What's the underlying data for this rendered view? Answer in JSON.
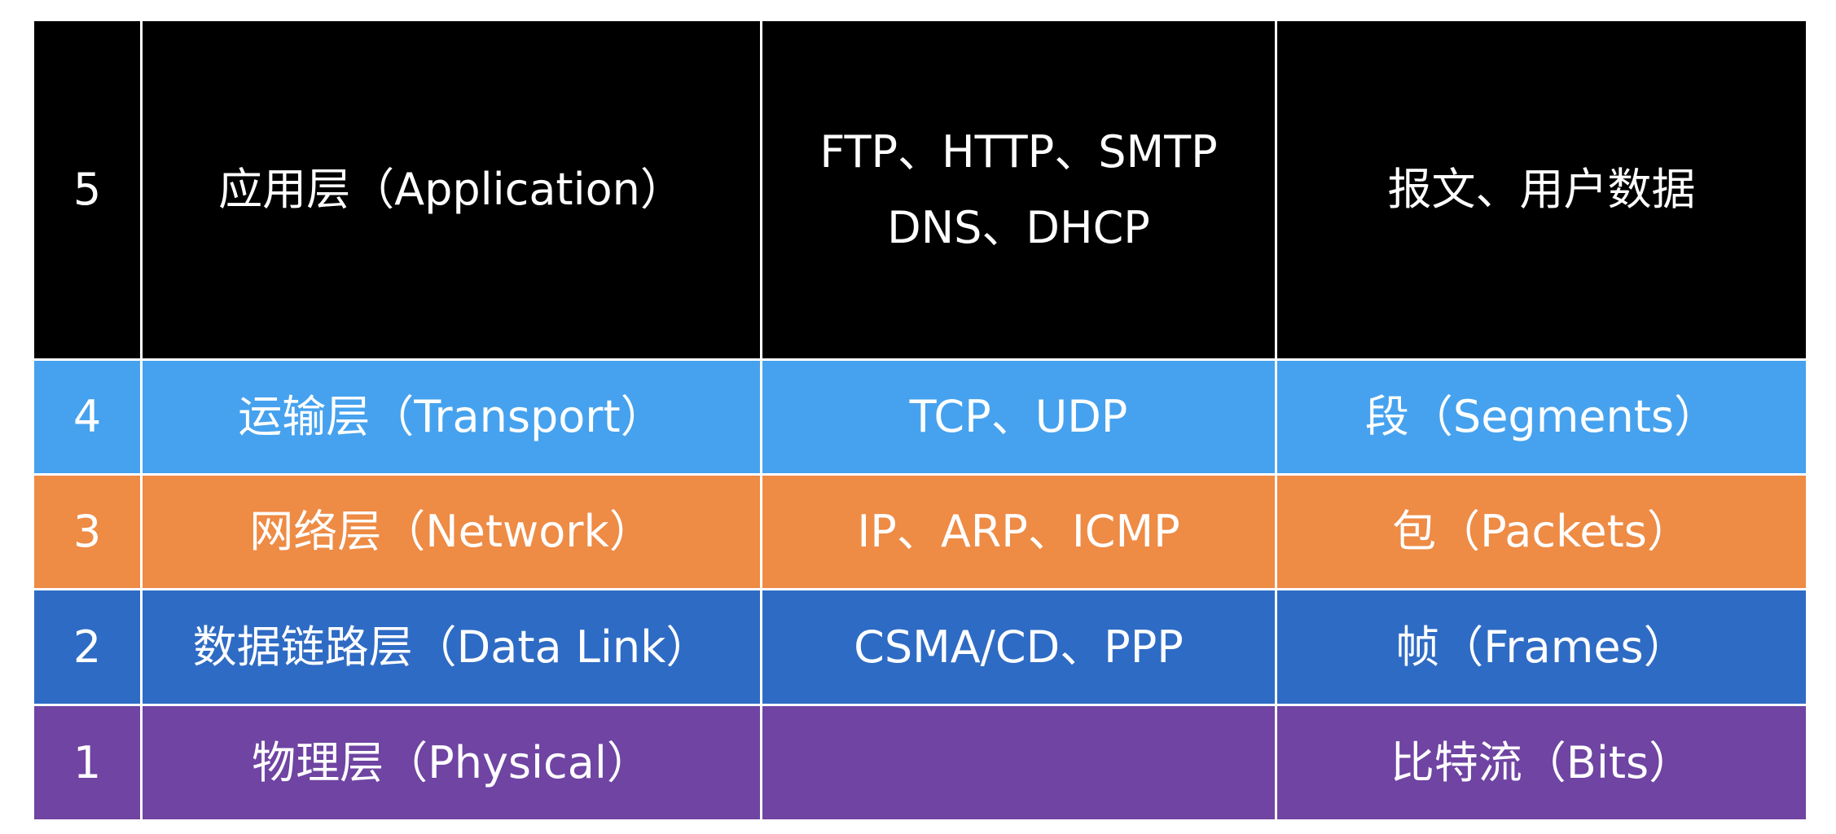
{
  "colors": {
    "application": "#000000",
    "transport": "#46A2EE",
    "network": "#EE8B45",
    "data_link": "#2E6BC4",
    "physical": "#6F44A2",
    "grid_line": "#FFFFFF",
    "text": "#FFFFFF"
  },
  "layers": [
    {
      "key": "application",
      "number": "5",
      "name": "应用层（Application）",
      "protocols": [
        "FTP、HTTP、SMTP",
        "DNS、DHCP"
      ],
      "data_unit": "报文、用户数据"
    },
    {
      "key": "transport",
      "number": "4",
      "name": "运输层（Transport）",
      "protocols": [
        "TCP、UDP"
      ],
      "data_unit": "段（Segments）"
    },
    {
      "key": "network",
      "number": "3",
      "name": "网络层（Network）",
      "protocols": [
        "IP、ARP、ICMP"
      ],
      "data_unit": "包（Packets）"
    },
    {
      "key": "data_link",
      "number": "2",
      "name": "数据链路层（Data Link）",
      "protocols": [
        "CSMA/CD、PPP"
      ],
      "data_unit": "帧（Frames）"
    },
    {
      "key": "physical",
      "number": "1",
      "name": "物理层（Physical）",
      "protocols": [],
      "data_unit": "比特流（Bits）"
    }
  ]
}
